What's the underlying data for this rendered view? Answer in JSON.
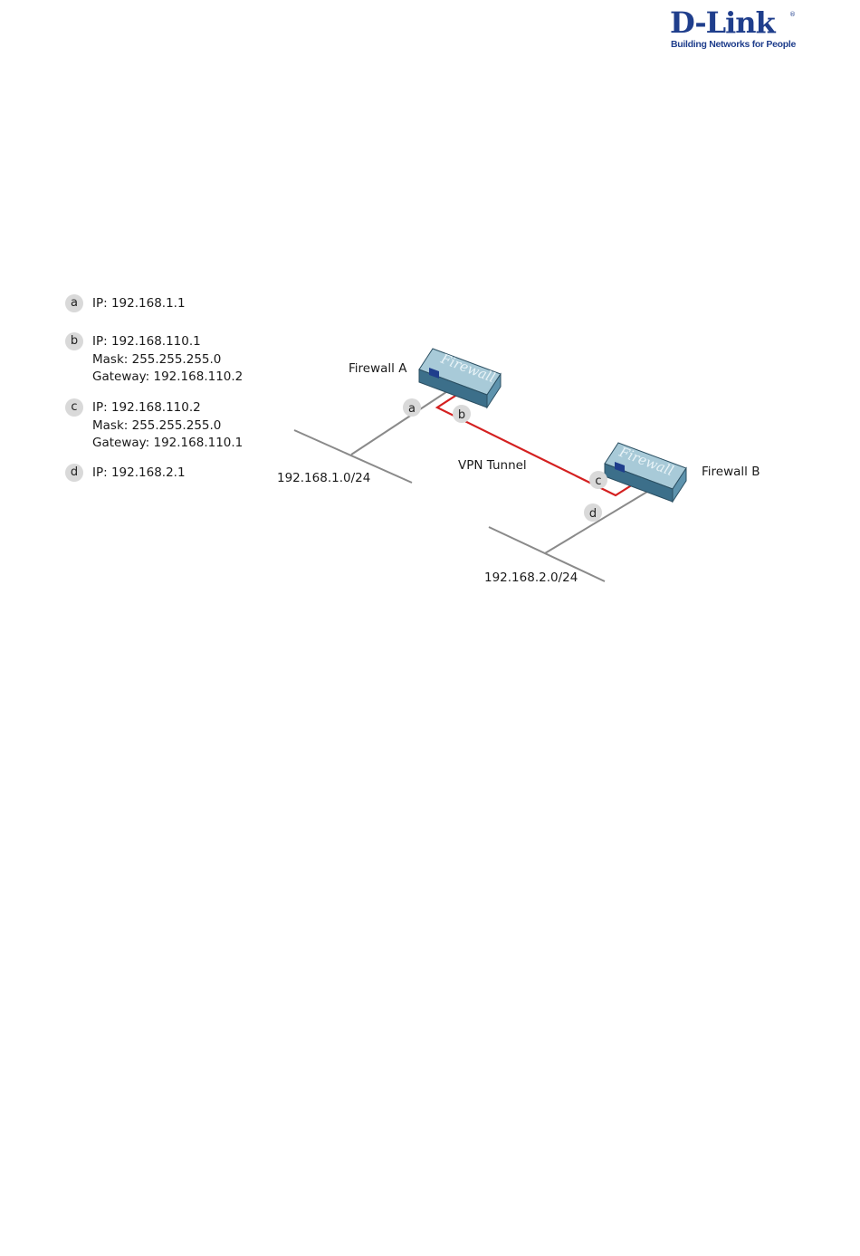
{
  "brand": {
    "name": "D-Link",
    "registered": "®",
    "tagline": "Building Networks for People"
  },
  "legend": [
    {
      "badge": "a",
      "lines": [
        "IP: 192.168.1.1"
      ]
    },
    {
      "badge": "b",
      "lines": [
        "IP: 192.168.110.1",
        "Mask: 255.255.255.0",
        "Gateway: 192.168.110.2"
      ]
    },
    {
      "badge": "c",
      "lines": [
        "IP: 192.168.110.2",
        "Mask: 255.255.255.0",
        "Gateway: 192.168.110.1"
      ]
    },
    {
      "badge": "d",
      "lines": [
        "IP: 192.168.2.1"
      ]
    }
  ],
  "diagram": {
    "firewall_a": {
      "label": "Firewall A",
      "device_text": "Firewall"
    },
    "firewall_b": {
      "label": "Firewall B",
      "device_text": "Firewall"
    },
    "network_a": "192.168.1.0/24",
    "network_b": "192.168.2.0/24",
    "tunnel": "VPN Tunnel",
    "points": {
      "a": "a",
      "b": "b",
      "c": "c",
      "d": "d"
    },
    "colors": {
      "tunnel": "#d42020",
      "wire": "#888888",
      "device_top": "#a8cad8",
      "device_side": "#5e93ad",
      "device_front": "#3c6f8a",
      "port": "#1f3e8c"
    }
  }
}
